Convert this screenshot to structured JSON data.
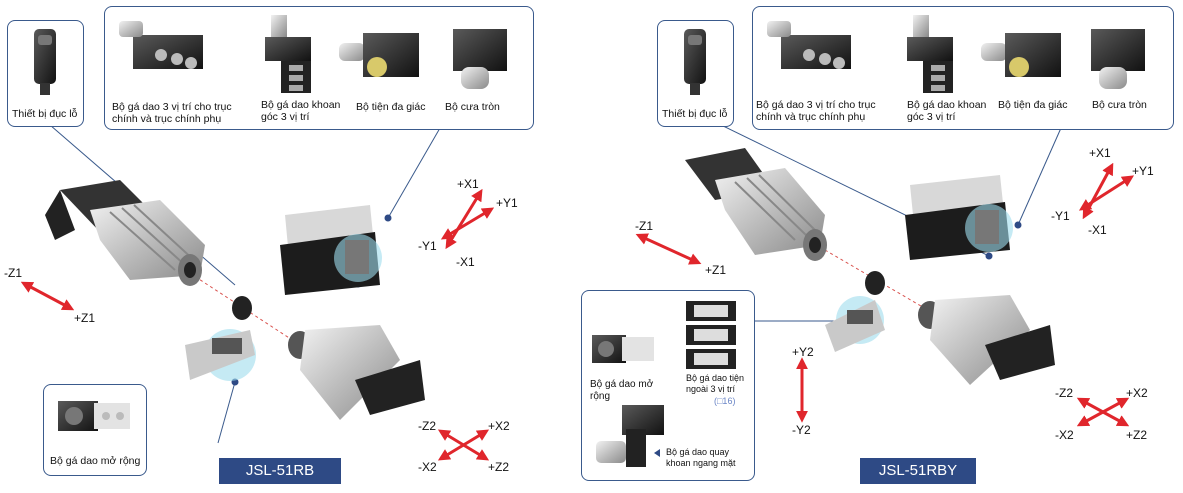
{
  "colors": {
    "accent_blue": "#2e4a85",
    "arrow_red": "#e0262c",
    "highlight_cyan": "#9fdcec"
  },
  "left": {
    "model": "JSL-51RB",
    "callout_boring": "Thiết bị đục lỗ",
    "top_items": [
      "Bộ gá dao 3 vị trí cho trục chính và trục chính phụ",
      "Bộ gá dao khoan góc 3 vị trí",
      "Bộ tiện đa giác",
      "Bộ cưa tròn"
    ],
    "callout_bottom": "Bộ gá dao mở rộng",
    "axes_xy": {
      "plus_x": "+X1",
      "minus_x": "-X1",
      "plus_y": "+Y1",
      "minus_y": "-Y1"
    },
    "axes_z": {
      "minus_z": "-Z1",
      "plus_z": "+Z1"
    },
    "axes_xz": {
      "minus_z": "-Z2",
      "plus_x": "+X2",
      "minus_x": "-X2",
      "plus_z": "+Z2"
    }
  },
  "right": {
    "model": "JSL-51RBY",
    "callout_boring": "Thiết bị đục lỗ",
    "top_items": [
      "Bộ gá dao 3 vị trí cho trục chính và trục chính phụ",
      "Bộ gá dao khoan góc 3 vị trí",
      "Bộ tiện đa giác",
      "Bộ cưa tròn"
    ],
    "bottom_items": {
      "extension": "Bộ gá dao mở rộng",
      "od_turning": "Bộ gá dao tiện ngoài 3 vị trí",
      "od_turning_size": "(□16)",
      "face_drill": "Bộ gá dao quay khoan ngang mặt"
    },
    "axes_xy": {
      "plus_x": "+X1",
      "minus_x": "-X1",
      "plus_y": "+Y1",
      "minus_y": "-Y1"
    },
    "axes_z": {
      "minus_z": "-Z1",
      "plus_z": "+Z1"
    },
    "axes_y2": {
      "plus_y": "+Y2",
      "minus_y": "-Y2"
    },
    "axes_xz": {
      "minus_z": "-Z2",
      "plus_x": "+X2",
      "minus_x": "-X2",
      "plus_z": "+Z2"
    }
  }
}
